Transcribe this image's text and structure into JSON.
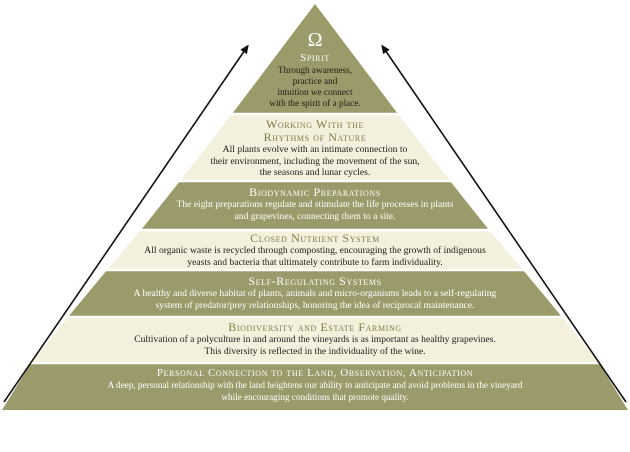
{
  "colors": {
    "band_dark": "#9b9a6a",
    "band_light": "#f4f0de",
    "border": "#ffffff",
    "arrow": "#111111",
    "title_on_light": "#7f7a47",
    "text_dark": "#1e1c14",
    "text_light": "#ffffff"
  },
  "icon": {
    "name": "biodynamic-symbol-icon",
    "glyph": "Ω"
  },
  "tiers": [
    {
      "title": "Spirit",
      "desc": "Through awareness,\npractice and\nintuition we connect\nwith the spirit of a place."
    },
    {
      "title": "Working With the\nRhythms of Nature",
      "desc": "All plants evolve with an intimate connection to\ntheir environment, including the movement of the sun,\nthe seasons and lunar cycles."
    },
    {
      "title": "Biodynamic Preparations",
      "desc": "The eight preparations regulate and stimulate the life processes in plants\nand grapevines, connecting them to a site."
    },
    {
      "title": "Closed Nutrient System",
      "desc": "All organic waste is recycled through composting, encouraging the growth of indigenous\nyeasts and bacteria that ultimately contribute to farm individuality."
    },
    {
      "title": "Self-Regulating Systems",
      "desc": "A healthy and diverse habitat of plants, animals and micro-organisms leads to a self-regulating\nsystem of predator/prey relationships, honoring the idea of reciprocal maintenance."
    },
    {
      "title": "Biodiversity and Estate Farming",
      "desc": "Cultivation of a polyculture in and around the vineyards is as important as healthy grapevines.\nThis diversity is reflected in the individuality of the wine."
    },
    {
      "title": "Personal Connection to the Land, Observation, Anticipation",
      "desc": "A deep, personal relationship with the land heightens our ability to anticipate and avoid problems in the vineyard\nwhile encouraging conditions that promote quality."
    }
  ]
}
